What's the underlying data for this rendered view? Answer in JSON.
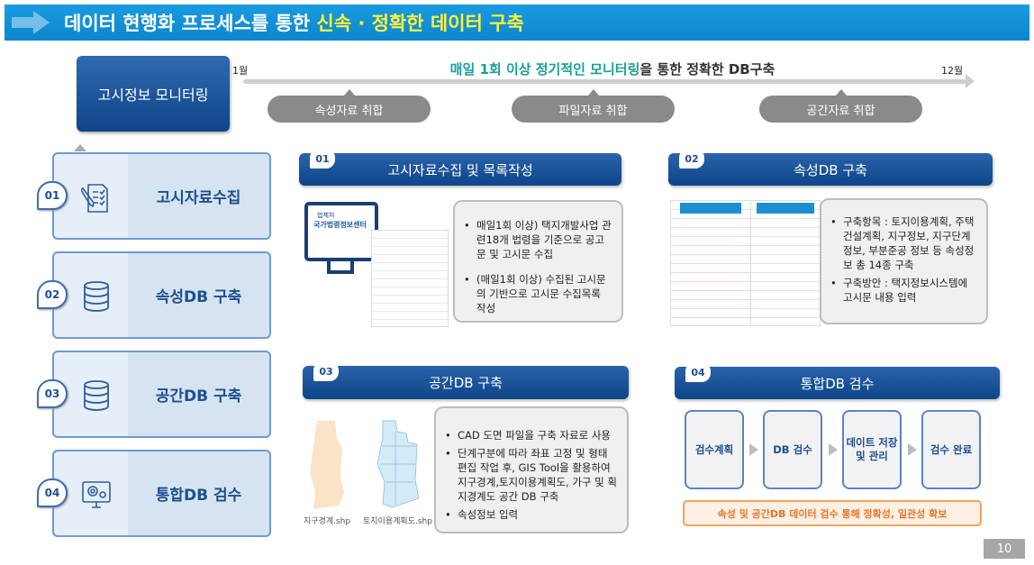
{
  "header": {
    "title_white": "데이터 현행화 프로세스를 통한 ",
    "title_yellow": "신속 · 정확한 데이터 구축"
  },
  "monitoring": {
    "label": "고시정보 모니터링",
    "start_month": "1월",
    "end_month": "12월",
    "headline_teal": "매일 1회 이상 정기적인 모니터링",
    "headline_rest": "을 통한 정확한 DB구축",
    "pills": [
      "속성자료 취합",
      "파일자료 취합",
      "공간자료 취합"
    ]
  },
  "steps": [
    {
      "num": "01",
      "label": "고시자료수집",
      "icon": "checklist-pen-icon"
    },
    {
      "num": "02",
      "label": "속성DB 구축",
      "icon": "database-icon"
    },
    {
      "num": "03",
      "label": "공간DB 구축",
      "icon": "database-icon"
    },
    {
      "num": "04",
      "label": "통합DB 검수",
      "icon": "gear-monitor-icon"
    }
  ],
  "sections": [
    {
      "num": "01",
      "title": "고시자료수집 및 목록작성",
      "image_text": [
        "법제처",
        "국가법령정보센터"
      ],
      "bullets": [
        "매일1회 이상) 택지개발사업 관련18개 법령을 기준으로 공고문 및 고시문 수집",
        "(매일1회 이상) 수집된 고시문의 기반으로  고시문 수집목록 작성"
      ]
    },
    {
      "num": "02",
      "title": "속성DB 구축",
      "bullets": [
        "구축항목 : 토지이용계획, 주택건설계획, 지구정보, 지구단계정보, 부분준공 정보 등 속성정보 총 14종 구축",
        "구축방안 : 택지정보시스템에 고시문 내용 입력"
      ]
    },
    {
      "num": "03",
      "title": "공간DB 구축",
      "captions": [
        "지구경계.shp",
        "토지이용계획도.shp"
      ],
      "bullets": [
        "CAD 도면 파일을 구축 자료로 사용",
        "단계구분에 따라 좌표 고정 및 형태 편집 작업 후, GIS Tool을 활용하여 지구경계,토지이용계획도, 가구 및 획지경계도 공간 DB 구축",
        "속성정보 입력"
      ]
    },
    {
      "num": "04",
      "title": "통합DB 검수",
      "flow": [
        "검수계획",
        "DB 검수",
        "데이트 저장 및 관리",
        "검수 완료"
      ],
      "note": "속성 및 공간DB 데이터 검수 통해 정확성, 일관성 확보"
    }
  ],
  "page_number": "10"
}
